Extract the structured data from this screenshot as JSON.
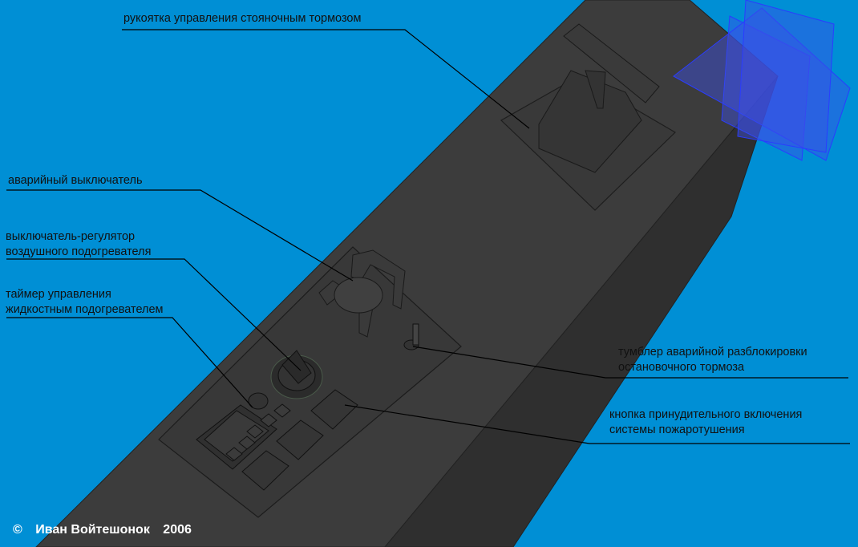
{
  "labels": {
    "parking_brake_handle": [
      "рукоятка управления стояночным тормозом"
    ],
    "emergency_switch": [
      "аварийный выключатель"
    ],
    "air_heater_switch": [
      "выключатель-регулятор",
      "воздушного подогревателя"
    ],
    "liquid_heater_timer": [
      "таймер управления",
      "жидкостным подогревателем"
    ],
    "emergency_unlock_toggle": [
      "тумблер аварийной разблокировки",
      "остановочного тормоза"
    ],
    "fire_suppression_button": [
      "кнопка принудительного включения",
      "системы пожаротушения"
    ]
  },
  "footer": {
    "copyright_symbol": "©",
    "author": "Иван Войтешонок",
    "year": "2006"
  },
  "colors": {
    "background": "#008fd5",
    "console_top": "#3c3c3c",
    "console_side": "#2e2e2e",
    "leader_line": "#000000",
    "footer_text": "#ffffff"
  }
}
